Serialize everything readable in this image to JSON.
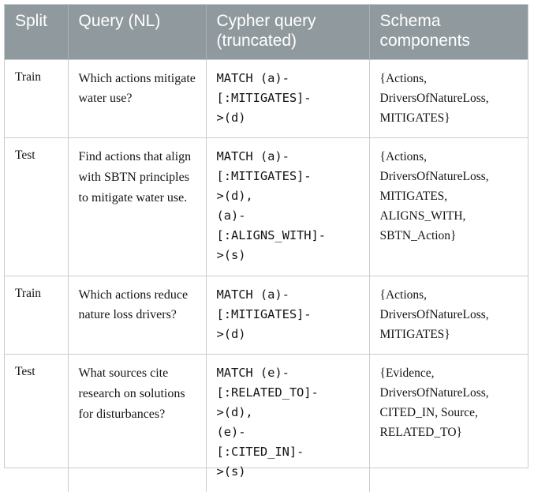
{
  "table": {
    "columns": [
      {
        "key": "split",
        "label": "Split"
      },
      {
        "key": "query",
        "label": "Query (NL)"
      },
      {
        "key": "cypher",
        "label": "Cypher query (truncated)"
      },
      {
        "key": "schema",
        "label": "Schema components"
      }
    ],
    "header": {
      "split": "Split",
      "query": "Query (NL)",
      "cypher": "Cypher query\n(truncated)",
      "schema": "Schema\ncomponents"
    },
    "rows": [
      {
        "split": "Train",
        "query": "Which actions mitigate water use?",
        "cypher": "MATCH (a)-\n[:MITIGATES]-\n>(d)",
        "schema": "{Actions, DriversOfNatureLoss, MITIGATES}"
      },
      {
        "split": "Test",
        "query": "Find actions that align with SBTN principles to mitigate water use.",
        "cypher": "MATCH (a)-\n[:MITIGATES]-\n>(d),\n(a)-\n[:ALIGNS_WITH]-\n>(s)",
        "schema": "{Actions, DriversOfNatureLoss, MITIGATES, ALIGNS_WITH, SBTN_Action}"
      },
      {
        "split": "Train",
        "query": "Which actions reduce nature loss drivers?",
        "cypher": "MATCH (a)-\n[:MITIGATES]-\n>(d)",
        "schema": "{Actions, DriversOfNatureLoss, MITIGATES}"
      },
      {
        "split": "Test",
        "query": "What sources cite research on solutions for disturbances?",
        "cypher": "MATCH (e)-\n[:RELATED_TO]-\n>(d),\n(e)-\n[:CITED_IN]-\n>(s)",
        "schema": "{Evidence, DriversOfNatureLoss, CITED_IN, Source, RELATED_TO}"
      }
    ]
  },
  "colors": {
    "header_background": "#909a9e",
    "header_text": "#ffffff",
    "border": "#c8cdcf",
    "body_text": "#141414",
    "page_background": "#ffffff"
  }
}
